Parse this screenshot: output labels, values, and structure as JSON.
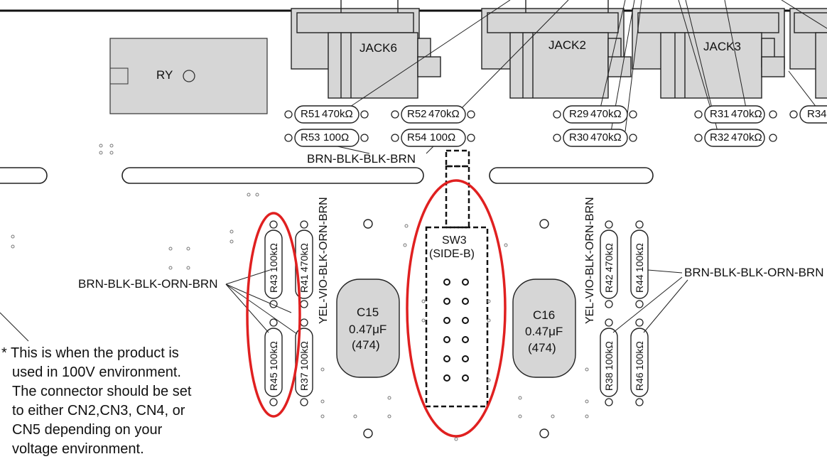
{
  "components": {
    "relay": "RY",
    "jacks": [
      "JACK6",
      "JACK2",
      "JACK3"
    ],
    "resistors_top": [
      {
        "ref": "R51",
        "value": "470kΩ"
      },
      {
        "ref": "R52",
        "value": "470kΩ"
      },
      {
        "ref": "R29",
        "value": "470kΩ"
      },
      {
        "ref": "R31",
        "value": "470kΩ"
      },
      {
        "ref": "R34",
        "value": ""
      },
      {
        "ref": "R53",
        "value": "100Ω"
      },
      {
        "ref": "R54",
        "value": "100Ω"
      },
      {
        "ref": "R30",
        "value": "470kΩ"
      },
      {
        "ref": "R32",
        "value": "470kΩ"
      }
    ],
    "resistors_vertical": [
      {
        "ref": "R43",
        "value": "100kΩ"
      },
      {
        "ref": "R41",
        "value": "470kΩ"
      },
      {
        "ref": "R45",
        "value": "100kΩ"
      },
      {
        "ref": "R37",
        "value": "100kΩ"
      },
      {
        "ref": "R42",
        "value": "470kΩ"
      },
      {
        "ref": "R44",
        "value": "100kΩ"
      },
      {
        "ref": "R38",
        "value": "100kΩ"
      },
      {
        "ref": "R46",
        "value": "100kΩ"
      }
    ],
    "capacitors": [
      {
        "ref": "C15",
        "value": "0.47μF",
        "code": "(474)"
      },
      {
        "ref": "C16",
        "value": "0.47μF",
        "code": "(474)"
      }
    ],
    "switch": {
      "ref": "SW3",
      "side": "(SIDE-B)"
    }
  },
  "color_codes": {
    "brn_blk_blk_brn": "BRN-BLK-BLK-BRN",
    "brn_blk_blk_orn_brn_left": "BRN-BLK-BLK-ORN-BRN",
    "brn_blk_blk_orn_brn_right": "BRN-BLK-BLK-ORN-BRN",
    "yel_vio_left": "YEL-VIO-BLK-ORN-BRN",
    "yel_vio_right": "YEL-VIO-BLK-ORN-BRN"
  },
  "note": {
    "lines": [
      "* This is when the product is",
      "used in 100V environment.",
      "The connector should be set",
      "to either CN2,CN3, CN4, or",
      "CN5 depending on your",
      "voltage environment."
    ]
  },
  "colors": {
    "component_fill": "#d6d6d6",
    "highlight": "#e02020",
    "ink": "#111111"
  }
}
